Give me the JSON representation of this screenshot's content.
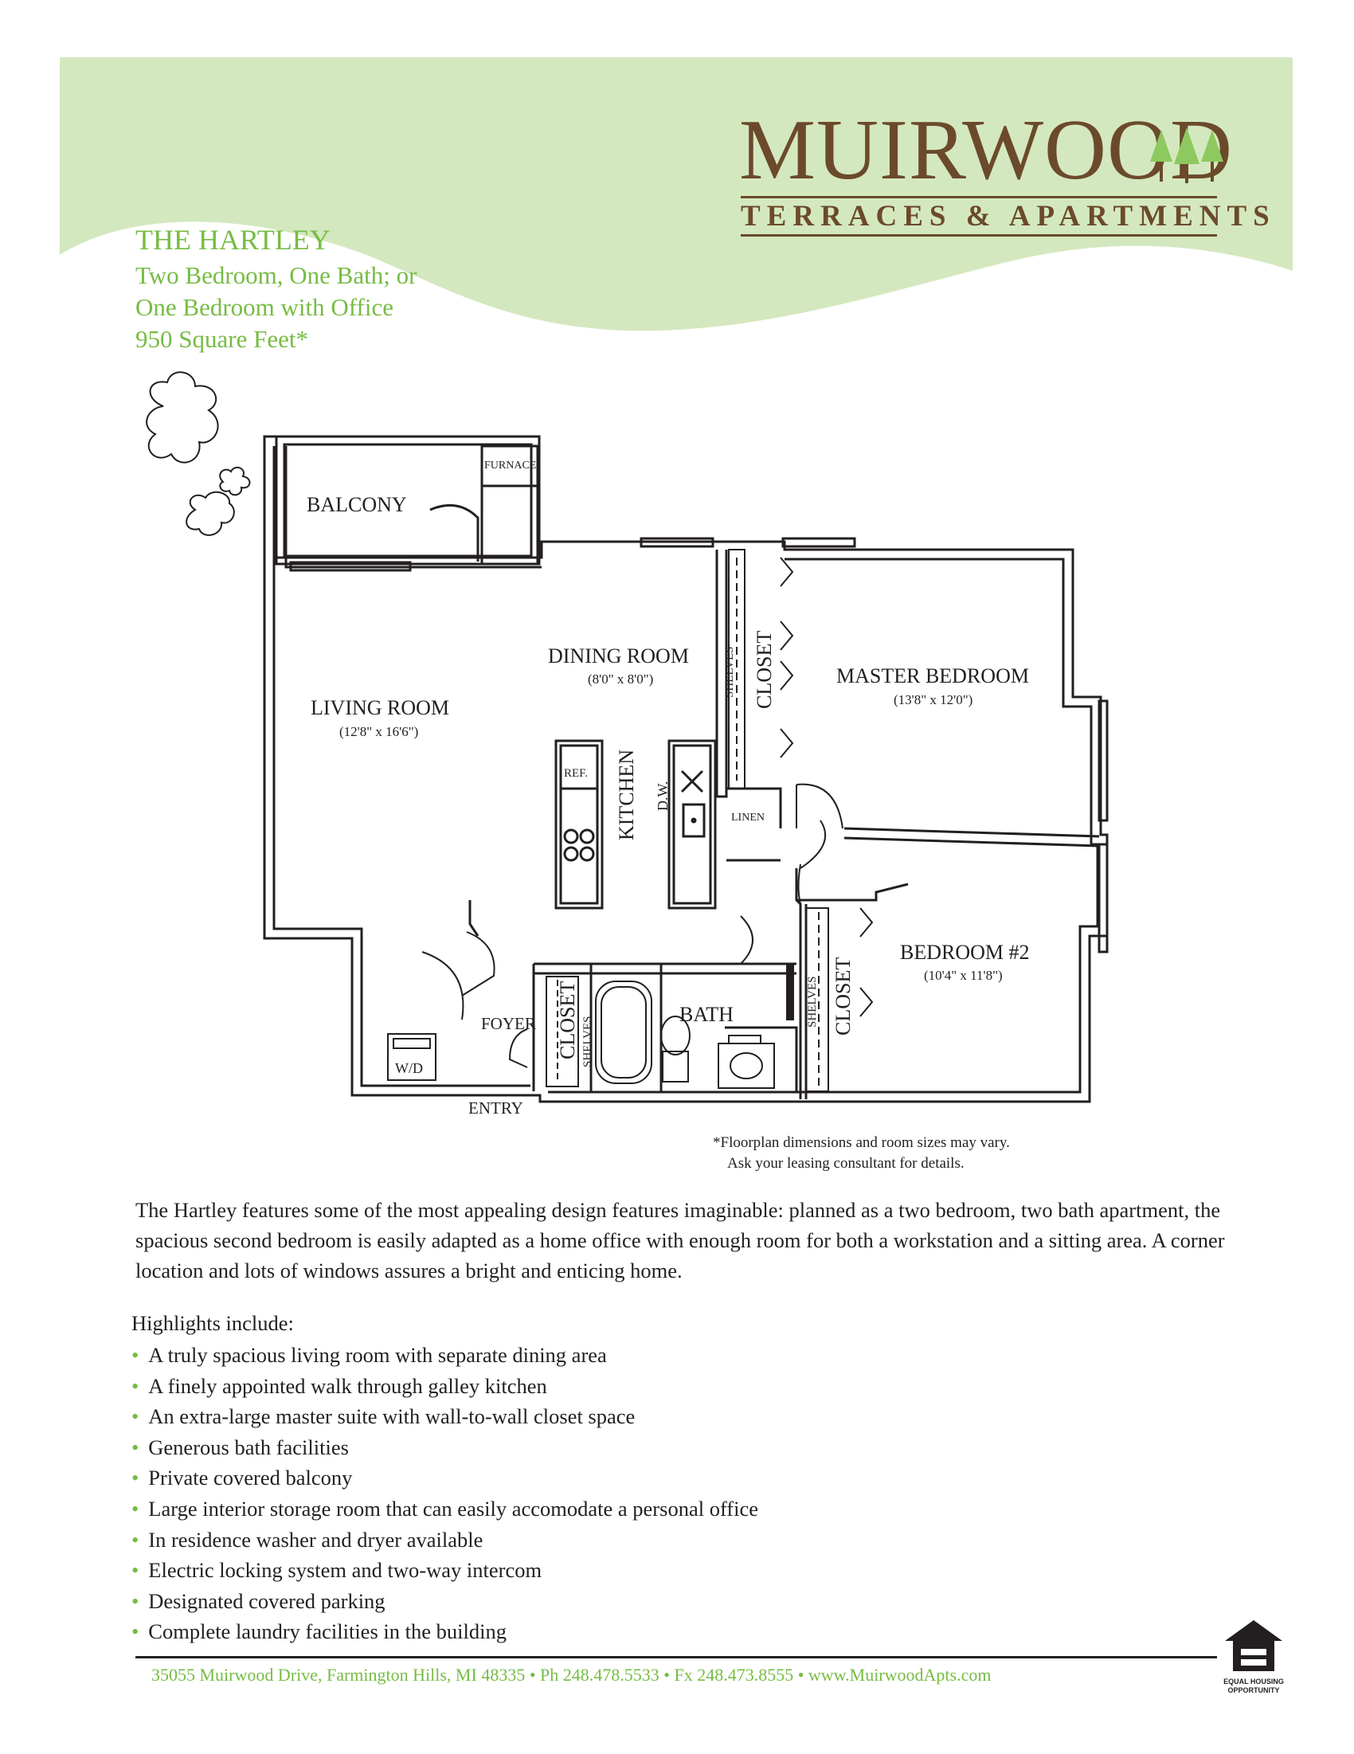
{
  "brand": {
    "name": "MUIRWOOD",
    "tagline": "TERRACES & APARTMENTS"
  },
  "plan": {
    "title": "THE HARTLEY",
    "subtitle_lines": [
      "Two Bedroom,  One Bath; or",
      "One Bedroom with Office",
      "950 Square Feet*"
    ]
  },
  "floorplan": {
    "rooms": {
      "balcony": "BALCONY",
      "furnace": "FURNACE",
      "dining_room": "DINING ROOM",
      "dining_room_dim": "(8'0\" x 8'0\")",
      "living_room": "LIVING ROOM",
      "living_room_dim": "(12'8\" x 16'6\")",
      "master_bedroom": "MASTER BEDROOM",
      "master_bedroom_dim": "(13'8\" x 12'0\")",
      "kitchen": "KITCHEN",
      "ref": "REF.",
      "dw": "D.W.",
      "linen": "LINEN",
      "bedroom2": "BEDROOM #2",
      "bedroom2_dim": "(10'4\" x 11'8\")",
      "bath": "BATH",
      "foyer": "FOYER",
      "entry": "ENTRY",
      "wd": "W/D",
      "closet": "CLOSET",
      "shelves": "SHELVES"
    }
  },
  "note_lines": [
    "*Floorplan dimensions and room sizes may vary.",
    "Ask your leasing consultant for details."
  ],
  "description": "The Hartley features some of the most appealing design features imaginable: planned as a two bedroom, two bath apartment, the spacious second bedroom is easily adapted as a home office with enough room for both a workstation and a sitting area. A corner location and lots of windows assures a bright and enticing home.",
  "highlights": {
    "title": "Highlights include:",
    "items": [
      "A truly spacious living room with separate dining area",
      "A finely appointed walk through galley kitchen",
      "An extra-large master suite with wall-to-wall closet space",
      "Generous bath facilities",
      "Private covered balcony",
      "Large interior storage room that can easily accomodate a personal office",
      "In residence washer and dryer available",
      "Electric locking system and two-way intercom",
      "Designated covered parking",
      "Complete laundry facilities in the building"
    ]
  },
  "footer": "35055 Muirwood Drive, Farmington Hills, MI 48335 • Ph 248.478.5533 • Fx  248.473.8555 • www.MuirwoodApts.com",
  "eho": {
    "line1": "EQUAL HOUSING",
    "line2": "OPPORTUNITY"
  },
  "colors": {
    "header_green": "#d4e8bf",
    "text_green": "#76bc43",
    "brand_brown": "#6b4a2b"
  }
}
